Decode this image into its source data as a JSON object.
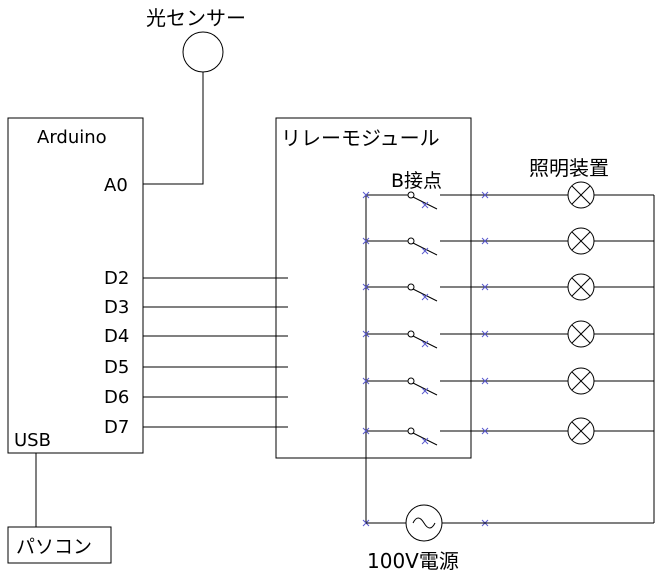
{
  "labels": {
    "sensor": "光センサー",
    "arduino": "Arduino",
    "a0": "A0",
    "usb": "USB",
    "relay_module": "リレーモジュール",
    "b_contact": "B接点",
    "lighting": "照明装置",
    "pc": "パソコン",
    "power": "100V電源"
  },
  "pins": [
    "D2",
    "D3",
    "D4",
    "D5",
    "D6",
    "D7"
  ],
  "colors": {
    "line": "#000000",
    "junction_mark": "#5a5acf"
  },
  "icons": [
    "photo-sensor-circle-icon",
    "switch-contact-icon",
    "lamp-icon",
    "ac-source-icon"
  ]
}
